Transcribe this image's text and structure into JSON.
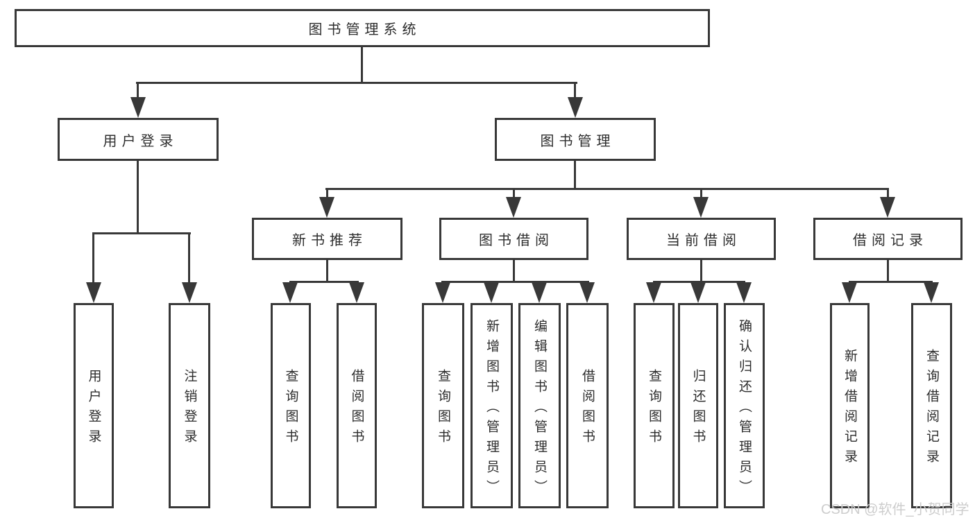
{
  "nodes": {
    "root": "图书管理系统",
    "user_login": "用户登录",
    "book_mgmt": "图书管理",
    "new_book_rec": "新书推荐",
    "book_borrow": "图书借阅",
    "current_borrow": "当前借阅",
    "borrow_records": "借阅记录",
    "leaf_user_login": "用户登录",
    "leaf_logout": "注销登录",
    "leaf_query_book_1": "查询图书",
    "leaf_borrow_book_1": "借阅图书",
    "leaf_query_book_2": "查询图书",
    "leaf_add_book": "新增图书（管理员）",
    "leaf_edit_book": "编辑图书（管理员）",
    "leaf_borrow_book_2": "借阅图书",
    "leaf_query_book_3": "查询图书",
    "leaf_return_book": "归还图书",
    "leaf_confirm_return": "确认归还（管理员）",
    "leaf_add_record": "新增借阅记录",
    "leaf_query_record": "查询借阅记录"
  },
  "watermark": "CSDN @软件_小贺同学",
  "colors": {
    "line": "#383838",
    "text": "#2d2d2d",
    "watermark": "#cdcdcd",
    "background": "#ffffff"
  }
}
